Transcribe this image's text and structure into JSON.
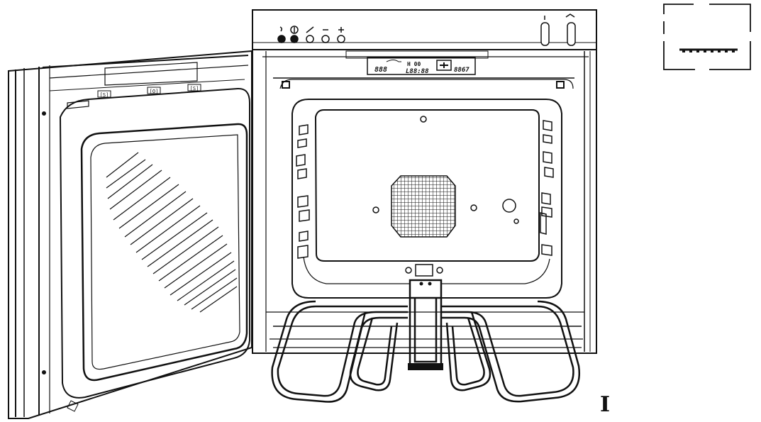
{
  "diagram": {
    "figure_label": "I",
    "door_marks": [
      "[S]",
      "[O]",
      "[S]"
    ],
    "panel": {
      "display_left": "888",
      "display_mid": "H 00",
      "display_time": "L88:88",
      "display_right": "8867"
    },
    "colors": {
      "line": "#111111",
      "background": "#ffffff"
    },
    "icons": [
      "knob-icon",
      "minus-icon",
      "plus-icon",
      "fan-grid-icon",
      "heating-element-icon",
      "rack-position-icon"
    ]
  }
}
